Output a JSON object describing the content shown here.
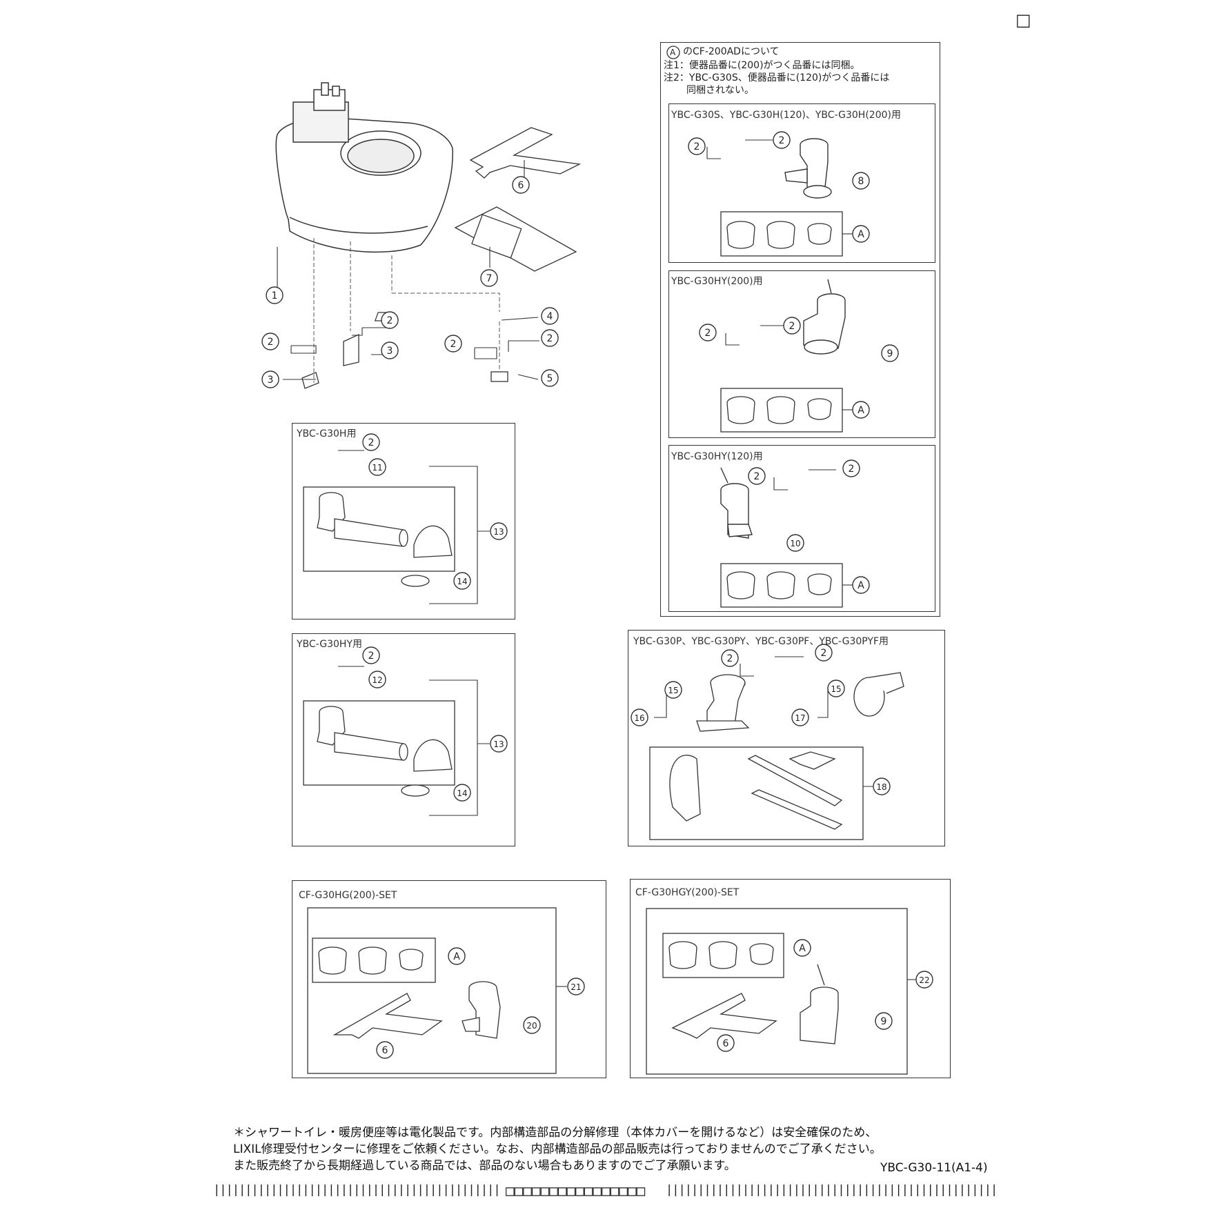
{
  "page_checkbox": "□",
  "note_block": {
    "marker": "A",
    "title": "のCF-200ADについて",
    "note1": "注1：便器品番に(200)がつく品番には同梱。",
    "note2": "注2：YBC-G30S、便器品番に(120)がつく品番には",
    "note2_cont": "同梱されない。"
  },
  "panels": {
    "p1": "YBC-G30S、YBC-G30H(120)、YBC-G30H(200)用",
    "p2": "YBC-G30HY(200)用",
    "p3": "YBC-G30HY(120)用",
    "g30h": "YBC-G30H用",
    "g30hy": "YBC-G30HY用",
    "g30p": "YBC-G30P、YBC-G30PY、YBC-G30PF、YBC-G30PYF用",
    "set200": "CF-G30HG(200)-SET",
    "sety200": "CF-G30HGY(200)-SET"
  },
  "callouts": {
    "c1": "1",
    "c2": "2",
    "c3": "3",
    "c4": "4",
    "c5": "5",
    "c6": "6",
    "c7": "7",
    "c8": "8",
    "c9": "9",
    "c10": "10",
    "c11": "11",
    "c12": "12",
    "c13": "13",
    "c14": "14",
    "c15": "15",
    "c16": "16",
    "c17": "17",
    "c18": "18",
    "c20": "20",
    "c21": "21",
    "c22": "22",
    "cA": "A"
  },
  "footer": {
    "line1": "＊シャワートイレ・暖房便座等は電化製品です。内部構造部品の分解修理（本体カバーを開けるなど）は安全確保のため、",
    "line2": "LIXIL修理受付センターに修理をご依頼ください。なお、内部構造部品の部品販売は行っておりませんのでご了承ください。",
    "line3": "また販売終了から長期経過している商品では、部品のない場合もありますのでご了承願います。",
    "doc_code": "YBC-G30-11(A1-4)",
    "strip_left": "||||||||||||||||||||||||||||||||||||||||||||||||||||||||||||||||||",
    "strip_mid": "□□□□□□□□□□□□□□□□",
    "strip_right": "||||||||||||||||||||||||||||||||||||||||||||||||||||"
  }
}
